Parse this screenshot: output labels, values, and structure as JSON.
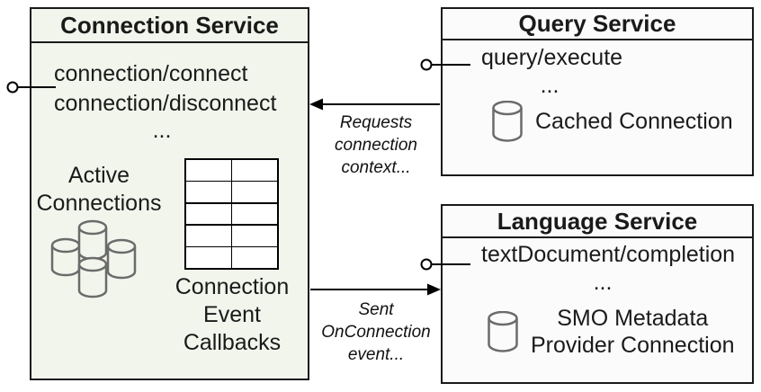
{
  "connection_service": {
    "title": "Connection Service",
    "methods": "connection/connect\nconnection/disconnect",
    "ellipsis": "...",
    "active_connections": "Active\nConnections",
    "callbacks": "Connection\nEvent\nCallbacks",
    "table": {
      "rows": 5,
      "cols": 2
    }
  },
  "query_service": {
    "title": "Query Service",
    "methods": "query/execute",
    "ellipsis": "...",
    "cached_connection": "Cached Connection"
  },
  "language_service": {
    "title": "Language Service",
    "methods": "textDocument/completion",
    "ellipsis": "...",
    "smo_connection": "SMO Metadata\nProvider Connection"
  },
  "labels": {
    "requests": "Requests\nconnection\ncontext...",
    "sent": "Sent\nOnConnection\nevent..."
  },
  "colors": {
    "connection_box_fill": "#f2f5ec",
    "service_box_fill": "#fbfbfc",
    "border": "#1a1a1a",
    "cylinder_stroke": "#6b6b6b",
    "line": "#000000"
  }
}
